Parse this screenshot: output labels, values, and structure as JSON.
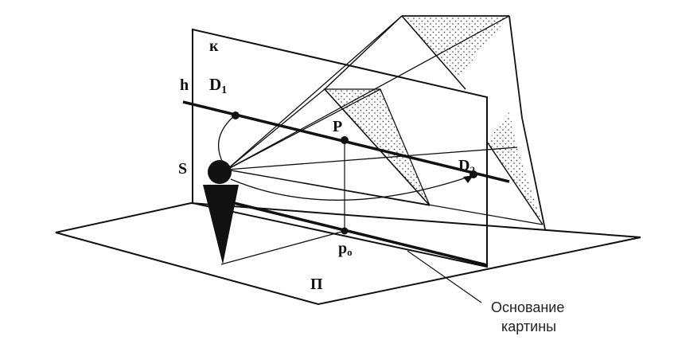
{
  "diagram": {
    "labels": {
      "picture_plane": "к",
      "horizon": "h",
      "distance_point_1": "D",
      "distance_point_1_sub": "1",
      "principal_point": "P",
      "distance_point_2": "D",
      "distance_point_2_sub": "2",
      "viewpoint": "S",
      "principal_point_base": "p",
      "principal_point_base_sub": "o",
      "ground_plane": "П",
      "caption_line1": "Основание",
      "caption_line2": "картины"
    },
    "colors": {
      "ink": "#111111",
      "paper": "#ffffff",
      "dots": "#333333"
    }
  }
}
